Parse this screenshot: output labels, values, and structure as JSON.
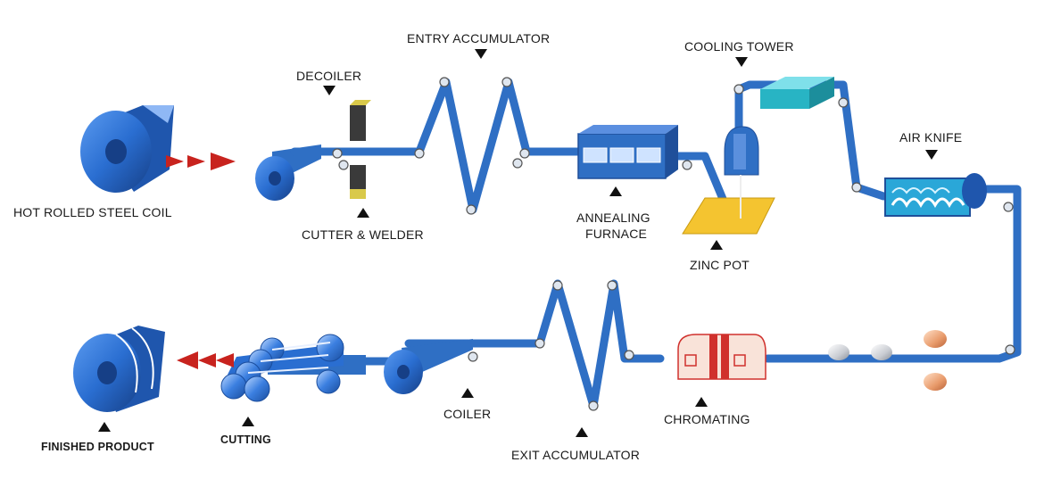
{
  "labels": {
    "hot_rolled_steel_coil": "HOT ROLLED STEEL COIL",
    "decoiler": "DECOILER",
    "cutter_welder": "CUTTER & WELDER",
    "entry_accumulator": "ENTRY ACCUMULATOR",
    "annealing_furnace_1": "ANNEALING",
    "annealing_furnace_2": "FURNACE",
    "cooling_tower": "COOLING TOWER",
    "zinc_pot": "ZINC POT",
    "air_knife": "AIR KNIFE",
    "chromating": "CHROMATING",
    "exit_accumulator": "EXIT ACCUMULATOR",
    "coiler": "COILER",
    "cutting": "CUTTING",
    "finished_product": "FINISHED PRODUCT"
  },
  "colors": {
    "strip": "#2f6fc4",
    "strip_dark": "#1f4f9a",
    "coil": "#2a6ed1",
    "arrow_red": "#c8231e",
    "zinc_pot": "#f4c430",
    "cooling_tower": "#28b4c4",
    "chromating_red": "#d0312d",
    "marker": "#111111"
  }
}
